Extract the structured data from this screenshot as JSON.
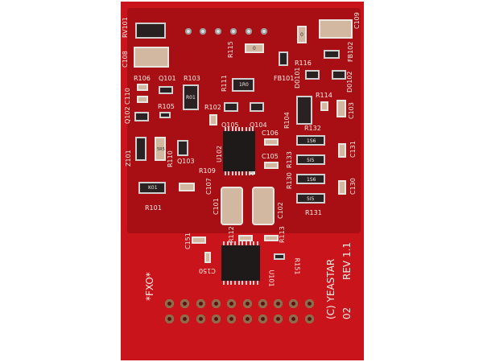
{
  "board": {
    "maker_text": "(C) YEASTAR",
    "revision": "REV 1.1",
    "board_number": "02",
    "module_type": "*FXO*"
  },
  "labels": [
    "RV101",
    "C108",
    "R106",
    "Q101",
    "C110",
    "Q102",
    "R105",
    "R103",
    "R111",
    "R102",
    "Q105",
    "Q104",
    "R115",
    "R116",
    "FB101",
    "FB102",
    "C109",
    "D0101",
    "D0102",
    "R114",
    "R104",
    "C103",
    "R132",
    "R133",
    "C131",
    "R130",
    "C130",
    "R131",
    "Z101",
    "R110",
    "Q103",
    "R109",
    "U102",
    "C106",
    "C105",
    "C107",
    "R101",
    "C101",
    "C102",
    "R112",
    "R113",
    "C151",
    "C150",
    "U101",
    "R151"
  ],
  "part_markings": [
    "0",
    "0",
    "R01",
    "5R5",
    "1R0",
    "K01",
    "1S6",
    "5I5",
    "1S6",
    "5I5"
  ],
  "colors": {
    "pcb": "#c8141a",
    "pcb_dark": "#a80f14",
    "silkscreen": "#f4ece6"
  }
}
